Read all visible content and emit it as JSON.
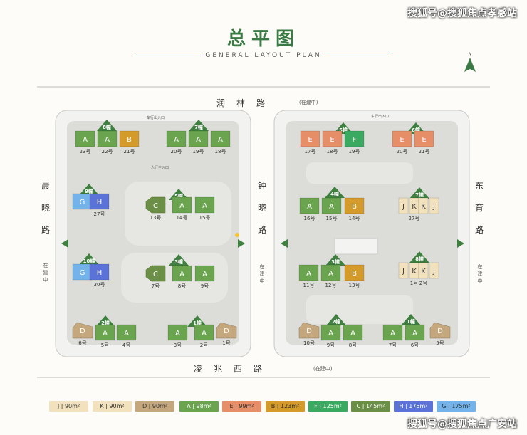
{
  "watermark_top": "搜狐号@搜狐焦点孝感站",
  "watermark_bottom": "搜狐号@搜狐焦点广安站",
  "title": "总平图",
  "subtitle": "GENERAL LAYOUT PLAN",
  "compass": "N",
  "roads": {
    "north": "润林路",
    "south": "凌兆西路",
    "west": "晨晓路",
    "middle": "钟晓路",
    "east": "东育路"
  },
  "under_construction": "(在建中)",
  "under_construction_v": "在建中",
  "gate_car": "车行出入口",
  "gate_main": "人行主入口",
  "colors": {
    "A": "#6aa44e",
    "B": "#d49a2a",
    "C": "#6b8f46",
    "D": "#c4a77c",
    "E": "#e58e68",
    "F": "#3aaa61",
    "G": "#74b3ea",
    "H": "#5b73d8",
    "J": "#f1e2bd",
    "K": "#f1e2bd",
    "tower": "#3f7f3f"
  },
  "towers": [
    {
      "label": "8幢"
    },
    {
      "label": "7幢"
    },
    {
      "label": "9幢"
    },
    {
      "label": "5幢"
    },
    {
      "label": "10幢"
    },
    {
      "label": "3幢"
    },
    {
      "label": "2幢"
    },
    {
      "label": "1幢"
    },
    {
      "label": "5幢"
    },
    {
      "label": "6幢"
    },
    {
      "label": "4幢"
    },
    {
      "label": "7幢"
    },
    {
      "label": "3幢"
    },
    {
      "label": "8幢"
    },
    {
      "label": "2幢"
    },
    {
      "label": "1幢"
    }
  ],
  "units": [
    {
      "type": "A",
      "num": "23号"
    },
    {
      "type": "A",
      "num": "22号"
    },
    {
      "type": "B",
      "num": "21号"
    },
    {
      "type": "A",
      "num": "20号"
    },
    {
      "type": "A",
      "num": "19号"
    },
    {
      "type": "A",
      "num": "18号"
    },
    {
      "type": "G",
      "num": ""
    },
    {
      "type": "H",
      "num": "27号"
    },
    {
      "type": "C",
      "num": "13号"
    },
    {
      "type": "A",
      "num": "14号"
    },
    {
      "type": "A",
      "num": "15号"
    },
    {
      "type": "G",
      "num": ""
    },
    {
      "type": "H",
      "num": "30号"
    },
    {
      "type": "C",
      "num": "7号"
    },
    {
      "type": "A",
      "num": "8号"
    },
    {
      "type": "A",
      "num": "9号"
    },
    {
      "type": "D",
      "num": "6号"
    },
    {
      "type": "A",
      "num": "5号"
    },
    {
      "type": "A",
      "num": "4号"
    },
    {
      "type": "A",
      "num": "3号"
    },
    {
      "type": "A",
      "num": "2号"
    },
    {
      "type": "D",
      "num": "1号"
    },
    {
      "type": "E",
      "num": "17号"
    },
    {
      "type": "E",
      "num": "18号"
    },
    {
      "type": "F",
      "num": "19号"
    },
    {
      "type": "E",
      "num": "20号"
    },
    {
      "type": "E",
      "num": "21号"
    },
    {
      "type": "A",
      "num": "16号"
    },
    {
      "type": "A",
      "num": "15号"
    },
    {
      "type": "B",
      "num": "14号"
    },
    {
      "type": "J",
      "num": ""
    },
    {
      "type": "K",
      "num": "27号"
    },
    {
      "type": "K",
      "num": ""
    },
    {
      "type": "J",
      "num": ""
    },
    {
      "type": "A",
      "num": "11号"
    },
    {
      "type": "A",
      "num": "12号"
    },
    {
      "type": "B",
      "num": "13号"
    },
    {
      "type": "J",
      "num": ""
    },
    {
      "type": "K",
      "num": "1号"
    },
    {
      "type": "K",
      "num": "2号"
    },
    {
      "type": "J",
      "num": ""
    },
    {
      "type": "D",
      "num": "10号"
    },
    {
      "type": "A",
      "num": "9号"
    },
    {
      "type": "A",
      "num": "8号"
    },
    {
      "type": "A",
      "num": "7号"
    },
    {
      "type": "A",
      "num": "6号"
    },
    {
      "type": "D",
      "num": "5号"
    }
  ],
  "legend": [
    {
      "type": "J",
      "text": "J | 90m²"
    },
    {
      "type": "K",
      "text": "K | 90m²"
    },
    {
      "type": "D",
      "text": "D | 90m²"
    },
    {
      "type": "A",
      "text": "A | 98m²"
    },
    {
      "type": "E",
      "text": "E | 99m²"
    },
    {
      "type": "B",
      "text": "B | 123m²"
    },
    {
      "type": "F",
      "text": "F | 125m²"
    },
    {
      "type": "C",
      "text": "C | 145m²"
    },
    {
      "type": "H",
      "text": "H | 175m²"
    },
    {
      "type": "G",
      "text": "G | 175m²"
    }
  ]
}
